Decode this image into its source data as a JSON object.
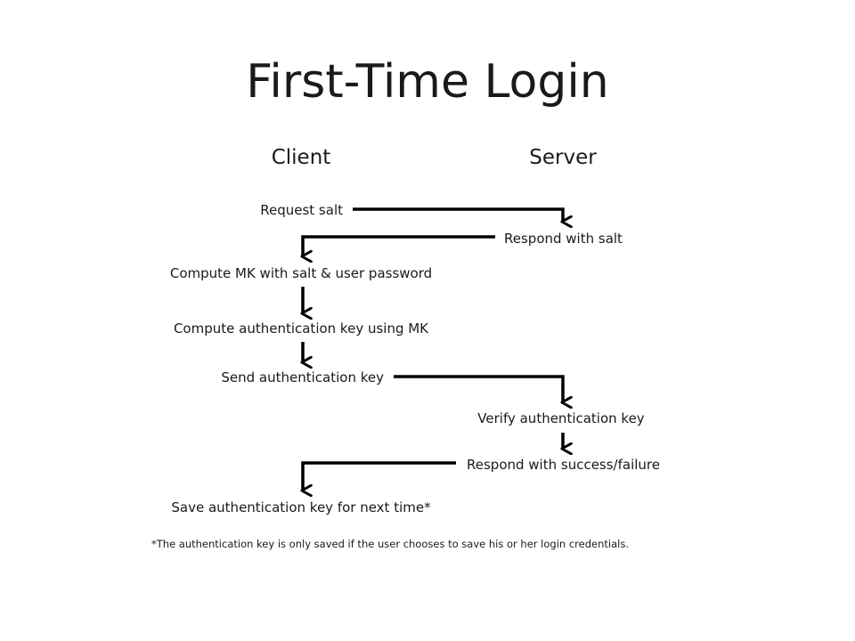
{
  "title": "First-Time Login",
  "columns": {
    "client": "Client",
    "server": "Server"
  },
  "steps": {
    "request_salt": "Request salt",
    "respond_salt": "Respond with salt",
    "compute_mk": "Compute MK with salt & user password",
    "compute_auth": "Compute authentication key using MK",
    "send_auth": "Send authentication key",
    "verify_auth": "Verify authentication key",
    "respond_result": "Respond with success/failure",
    "save_auth": "Save authentication key for next time*"
  },
  "footnote": "*The authentication key is only saved if the user chooses to save his or her login credentials."
}
